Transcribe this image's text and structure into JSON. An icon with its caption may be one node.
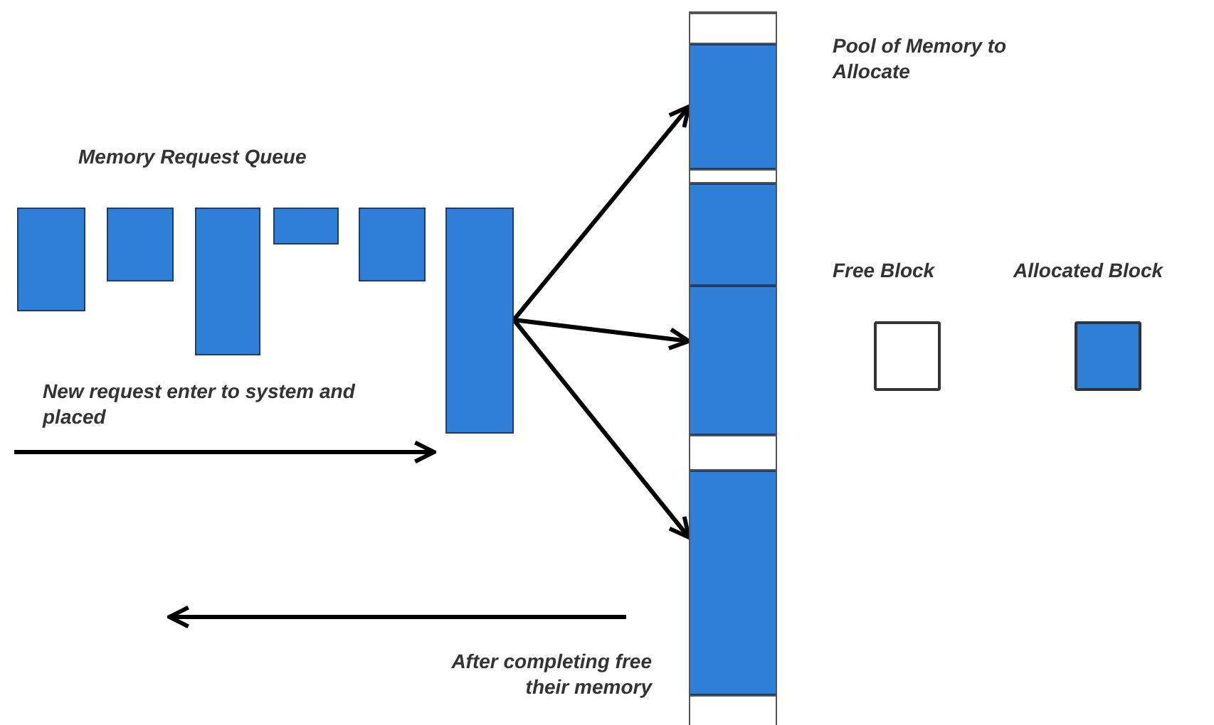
{
  "diagram": {
    "nodes": [
      {
        "text": [],
        "shape": "box"
      },
      {
        "text": [],
        "shape": "box"
      },
      {
        "text": [],
        "shape": "box"
      },
      {
        "text": [],
        "shape": "box"
      },
      {
        "text": [],
        "shape": "box"
      },
      {
        "text": [],
        "shape": "box"
      },
      {
        "text": [
          "Pool of Memory to Allocate"
        ]
      },
      {
        "text": [],
        "shape": "box",
        "in": 6
      },
      {
        "text": [],
        "shape": "box",
        "in": 6
      },
      {
        "text": [],
        "shape": "box",
        "in": 6
      },
      {
        "text": [],
        "shape": "box",
        "in": 6
      },
      {
        "text": [],
        "shape": "box",
        "in": 6
      },
      {
        "text": [],
        "shape": "box",
        "in": 6
      },
      {
        "text": [],
        "shape": "box",
        "in": 6
      },
      {
        "text": [],
        "shape": "box",
        "in": 6
      }
    ],
    "edges": [
      {
        "from": 5,
        "to": 8,
        "arrow": "to"
      },
      {
        "from": 5,
        "to": 11,
        "arrow": "to"
      },
      {
        "from": 5,
        "to": 13,
        "arrow": "to"
      },
      {
        "from": null,
        "to": 5,
        "arrow": "to",
        "label": "New request enter to system and placed"
      }
    ],
    "labels": [
      "Memory Request Queue",
      "After completing free their memory"
    ],
    "legend": [
      {
        "text": "Free Block",
        "color": "#ffffff"
      },
      {
        "text": "Allocated Block",
        "color": "#2f7fd6"
      }
    ]
  }
}
